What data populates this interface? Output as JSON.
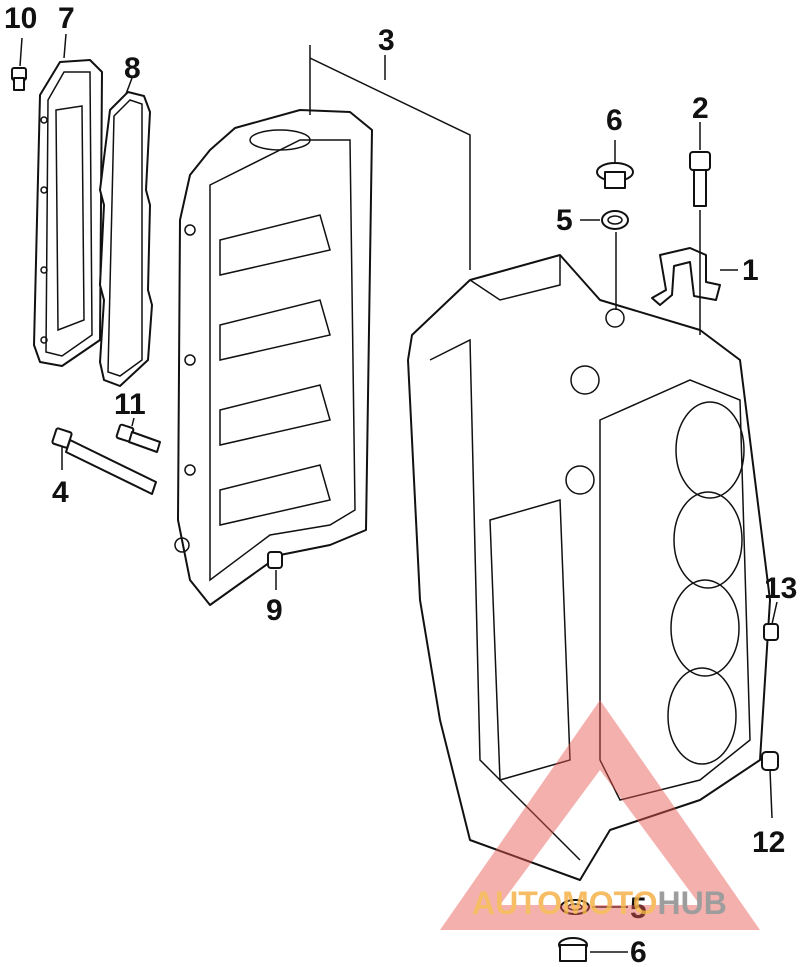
{
  "diagram": {
    "callouts": [
      {
        "id": "c10",
        "label": "10"
      },
      {
        "id": "c7",
        "label": "7"
      },
      {
        "id": "c8",
        "label": "8"
      },
      {
        "id": "c3",
        "label": "3"
      },
      {
        "id": "c6a",
        "label": "6"
      },
      {
        "id": "c2",
        "label": "2"
      },
      {
        "id": "c5a",
        "label": "5"
      },
      {
        "id": "c1",
        "label": "1"
      },
      {
        "id": "c11",
        "label": "11"
      },
      {
        "id": "c4",
        "label": "4"
      },
      {
        "id": "c9",
        "label": "9"
      },
      {
        "id": "c13",
        "label": "13"
      },
      {
        "id": "c12",
        "label": "12"
      },
      {
        "id": "c5b",
        "label": "5"
      },
      {
        "id": "c6b",
        "label": "6"
      }
    ]
  },
  "watermark": {
    "text_a": "AUTOMOTO",
    "text_b": "HUB",
    "color_a": "#f5b24a",
    "color_b": "#8c8c8c",
    "triangle_color": "#e8554e"
  }
}
